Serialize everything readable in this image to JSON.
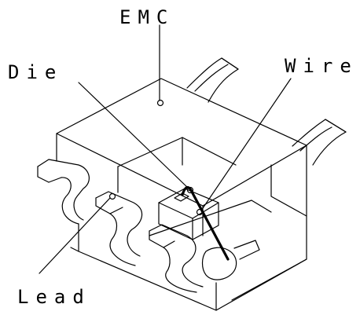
{
  "diagram": {
    "labels": {
      "emc": "EMC",
      "die": "Die",
      "wire": "Wire",
      "lead": "Lead"
    },
    "colors": {
      "line": "#000000",
      "background": "#ffffff"
    }
  }
}
